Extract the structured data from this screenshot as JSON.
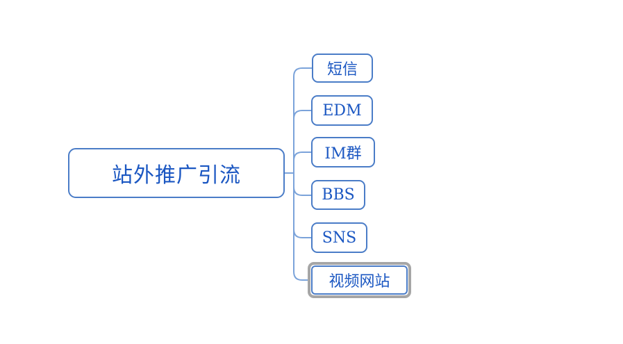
{
  "diagram": {
    "type": "mindmap",
    "root": {
      "label": "站外推广引流"
    },
    "children": [
      {
        "label": "短信",
        "selected": false
      },
      {
        "label": "EDM",
        "selected": false
      },
      {
        "label": "IM群",
        "selected": false
      },
      {
        "label": "BBS",
        "selected": false
      },
      {
        "label": "SNS",
        "selected": false
      },
      {
        "label": "视频网站",
        "selected": true
      }
    ],
    "colors": {
      "background": "#ffffff",
      "node_border": "#4a7cc7",
      "node_text": "#1b57c2",
      "connector": "#7ba3da",
      "selection_border": "#a6a6a6"
    }
  }
}
